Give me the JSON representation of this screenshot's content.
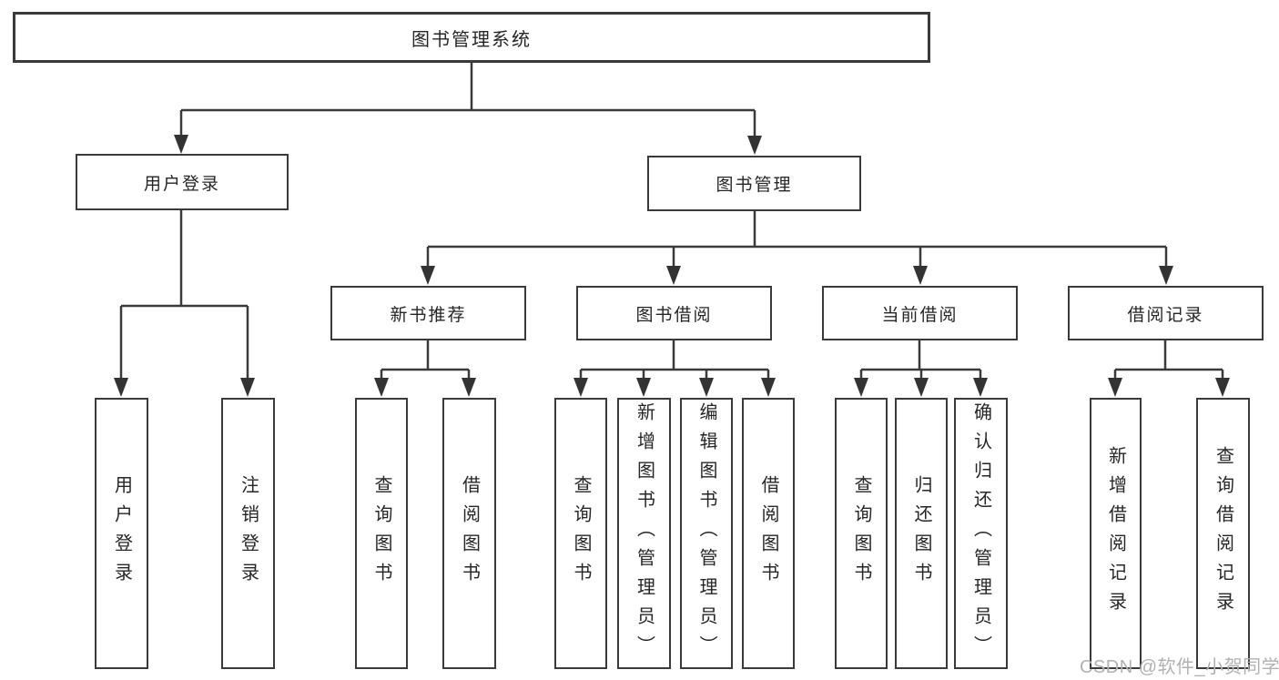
{
  "diagram": {
    "root": {
      "label": "图书管理系统"
    },
    "branches": [
      {
        "label": "用户登录",
        "children": [
          {
            "label": "用户登录"
          },
          {
            "label": "注销登录"
          }
        ]
      },
      {
        "label": "图书管理",
        "children": [
          {
            "label": "新书推荐",
            "children": [
              {
                "label": "查询图书"
              },
              {
                "label": "借阅图书"
              }
            ]
          },
          {
            "label": "图书借阅",
            "children": [
              {
                "label": "查询图书"
              },
              {
                "label": "新增图书（管理员）"
              },
              {
                "label": "编辑图书（管理员）"
              },
              {
                "label": "借阅图书"
              }
            ]
          },
          {
            "label": "当前借阅",
            "children": [
              {
                "label": "查询图书"
              },
              {
                "label": "归还图书"
              },
              {
                "label": "确认归还（管理员）"
              }
            ]
          },
          {
            "label": "借阅记录",
            "children": [
              {
                "label": "新增借阅记录"
              },
              {
                "label": "查询借阅记录"
              }
            ]
          }
        ]
      }
    ]
  },
  "watermark": {
    "text": "CSDN @软件_小贺同学"
  },
  "colors": {
    "line": "#3a3a3a",
    "box_border": "#3a3a3a",
    "text": "#262626",
    "watermark": "#b3b0b0",
    "background": "#ffffff"
  }
}
